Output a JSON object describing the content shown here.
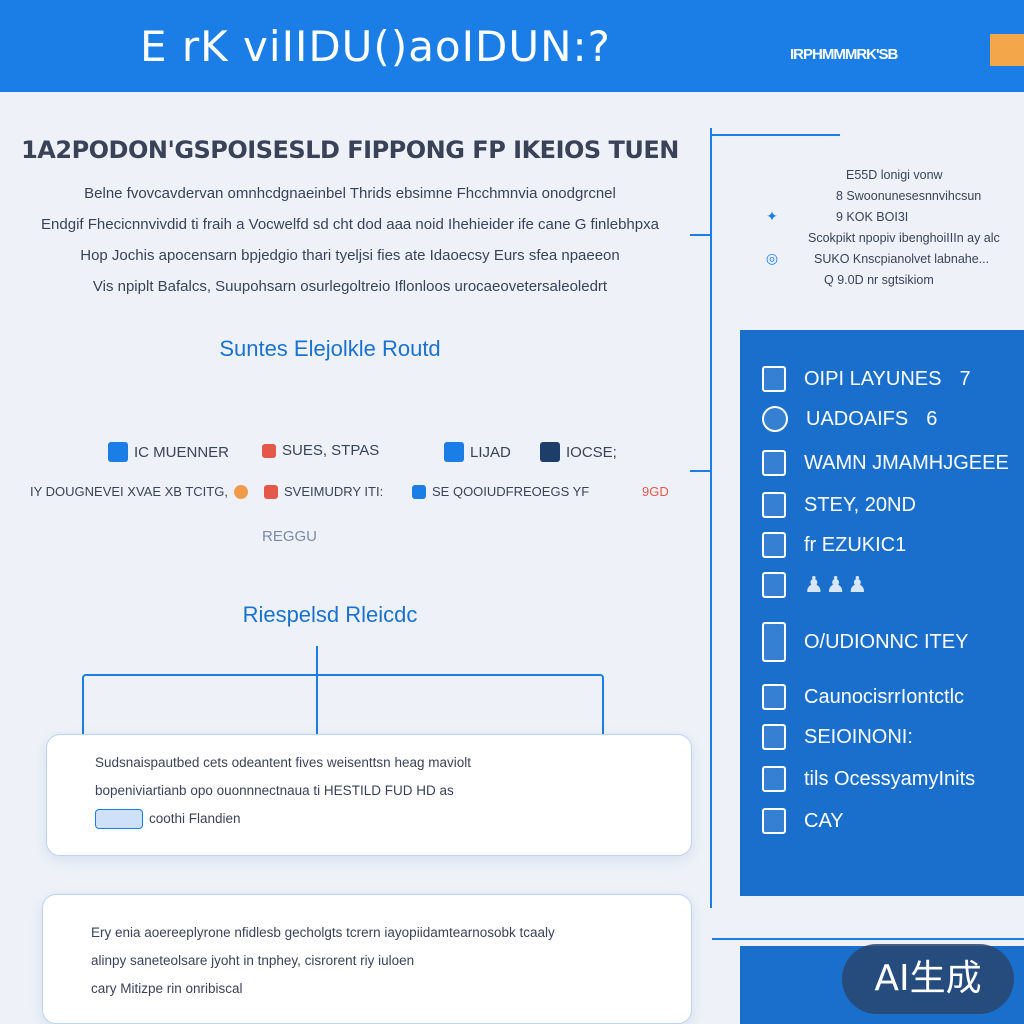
{
  "header": {
    "title": "E rK viIIDU()aoIDUN:?",
    "badge": "IRPHMMMRK'SB"
  },
  "intro": {
    "heading": "1A2PODON'GSPOISESLD FIPPONG FP IKEIOS TUEN",
    "lines": [
      "Belne fvovcavdervan omnhcdgnaeinbel  Thrids ebsimne  Fhcchmnvia onodgrcnel",
      "Endgif Fhecicnnvivdid ti fraih  a  Vocwelfd sd cht dod aaa noid Ihehieider  ife cane G finlebhpxa",
      "Hop Jochis apocensarn bpjedgio thari tyeljsi fies ate Idaoecsy Eurs sfea npaeeon",
      "Vis npiplt Bafalcs, Suupohsarn osurlegoltreio Iflonloos urocaeovetersaleoledrt"
    ]
  },
  "services": {
    "heading": "Suntes Elejolkle Routd",
    "row1": [
      "IC MUENNER",
      "SUES, STPAS",
      "LIJAD",
      "IOCSE;"
    ],
    "row2": [
      "IY DOUGNEVEI XVAE XB TCITG,",
      "SVEIMUDRY ITI:",
      "SE QOOIUDFREOEGS YF",
      "9GD"
    ],
    "row3": "REGGU"
  },
  "responses": {
    "heading": "Riespelsd Rleicdc",
    "card1": [
      "Sudsnaispautbed   cets  odeantent  fives  weisenttsn heag  maviolt",
      "bopeniviartianb opo  ouonnnectnaua  ti  HESTILD FUD HD as",
      "coothi Flandien"
    ],
    "card2": [
      "Ery enia  aoereeplyrone nfidlesb gecholgts tcrern iayopiidamtearnosobk tcaaly",
      "alinpy  saneteolsare  jyoht in tnphey, cisrorent riy iuloen",
      "cary Mitizpe  rin onribiscal"
    ]
  },
  "info": {
    "items": [
      "E55D lonigi vonw",
      "8 Swoonunesesnnvihcsun",
      "9 KOK BOI3I",
      "Scokpikt npopiv ibenghoiIIIn ay alc",
      "SUKO Knscpianolvet labnahe...",
      "Q 9.0D nr sgtsikiom"
    ]
  },
  "panel": {
    "items": [
      {
        "label": "OIPI LAYUNES",
        "value": "7"
      },
      {
        "label": "UADOAIFS",
        "value": "6"
      },
      {
        "label": "WAMN JMAMHJGEEE",
        "value": ""
      },
      {
        "label": "STEY, 20ND",
        "value": ""
      },
      {
        "label": "fr  EZUKIC1",
        "value": ""
      },
      {
        "label": "",
        "value": ""
      },
      {
        "label": "O/UDIONNC ITEY",
        "value": ""
      },
      {
        "label": "CaunocisrrIontctlc",
        "value": ""
      },
      {
        "label": "SEIOINONI:",
        "value": ""
      },
      {
        "label": "tils OcessyamyInits",
        "value": ""
      },
      {
        "label": "CAY",
        "value": ""
      }
    ]
  },
  "watermark": "AI生成",
  "colors": {
    "primary": "#1a7ee6",
    "panel": "#1a6fcc",
    "background": "#eef2f8",
    "accent_orange": "#f4a64a"
  }
}
